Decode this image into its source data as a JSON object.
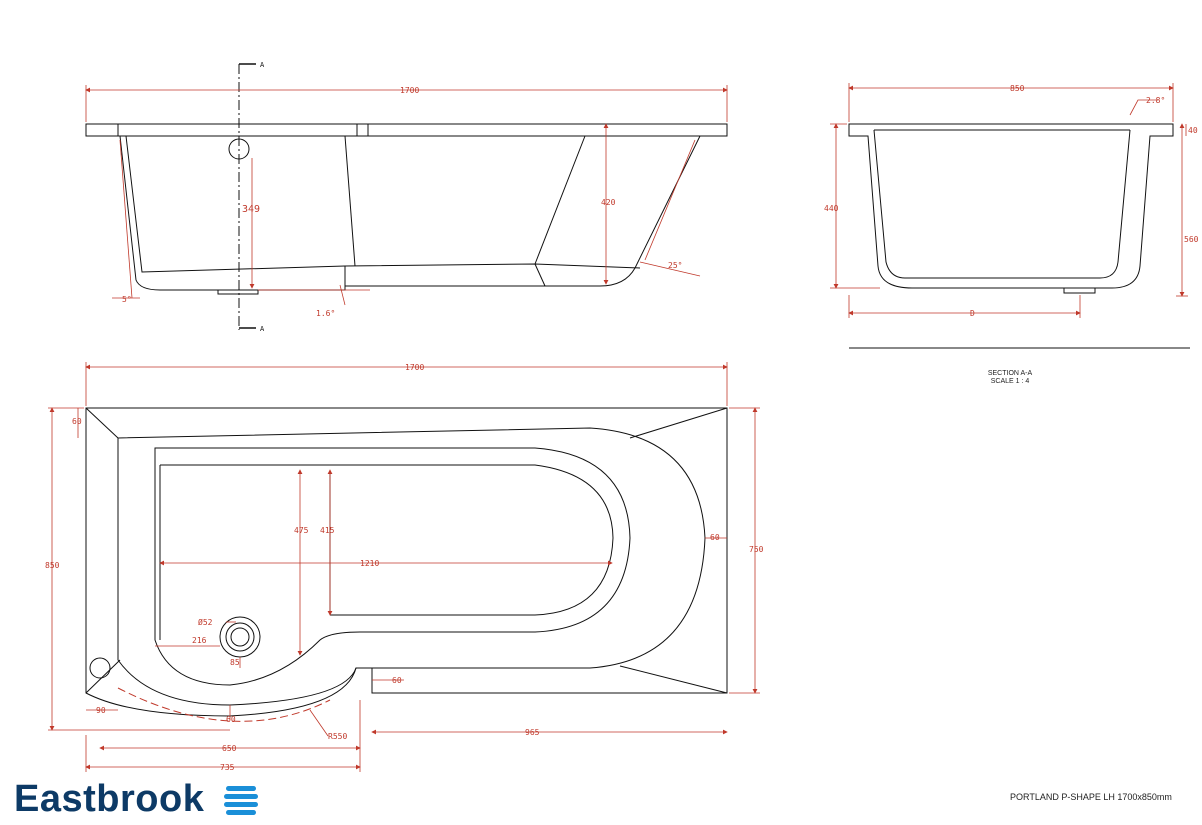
{
  "brand": {
    "name": "Eastbrook",
    "accent": "#0d3a66",
    "mark_color": "#1a8fd8"
  },
  "product_title": "PORTLAND P-SHAPE LH 1700x850mm",
  "section": {
    "title": "SECTION A-A",
    "scale": "SCALE 1 : 4"
  },
  "side_view": {
    "length": "1700",
    "depth_left": "349",
    "depth_right": "420",
    "angle_end": "25°",
    "angle_base": "1.6°",
    "angle_left": "5°",
    "section_marker": "A"
  },
  "end_view": {
    "width": "850",
    "angle": "2.8°",
    "rim": "40",
    "height_inner": "440",
    "height_outer": "560",
    "depth_marker": "D"
  },
  "plan_view": {
    "length": "1700",
    "width": "850",
    "rim_left": "60",
    "inner_length": "1210",
    "inner_width_a": "475",
    "inner_width_b": "415",
    "rim_right": "60",
    "width_right": "750",
    "waste_diameter": "Ø52",
    "waste_offset_x": "216",
    "waste_offset_y": "85",
    "rim_bottom": "60",
    "curve_rim": "60",
    "radius": "R550",
    "curve_offset": "90",
    "curve_width": "650",
    "curve_total": "735",
    "straight_length": "965"
  },
  "colors": {
    "outline": "#111111",
    "dimension": "#c0392b"
  }
}
